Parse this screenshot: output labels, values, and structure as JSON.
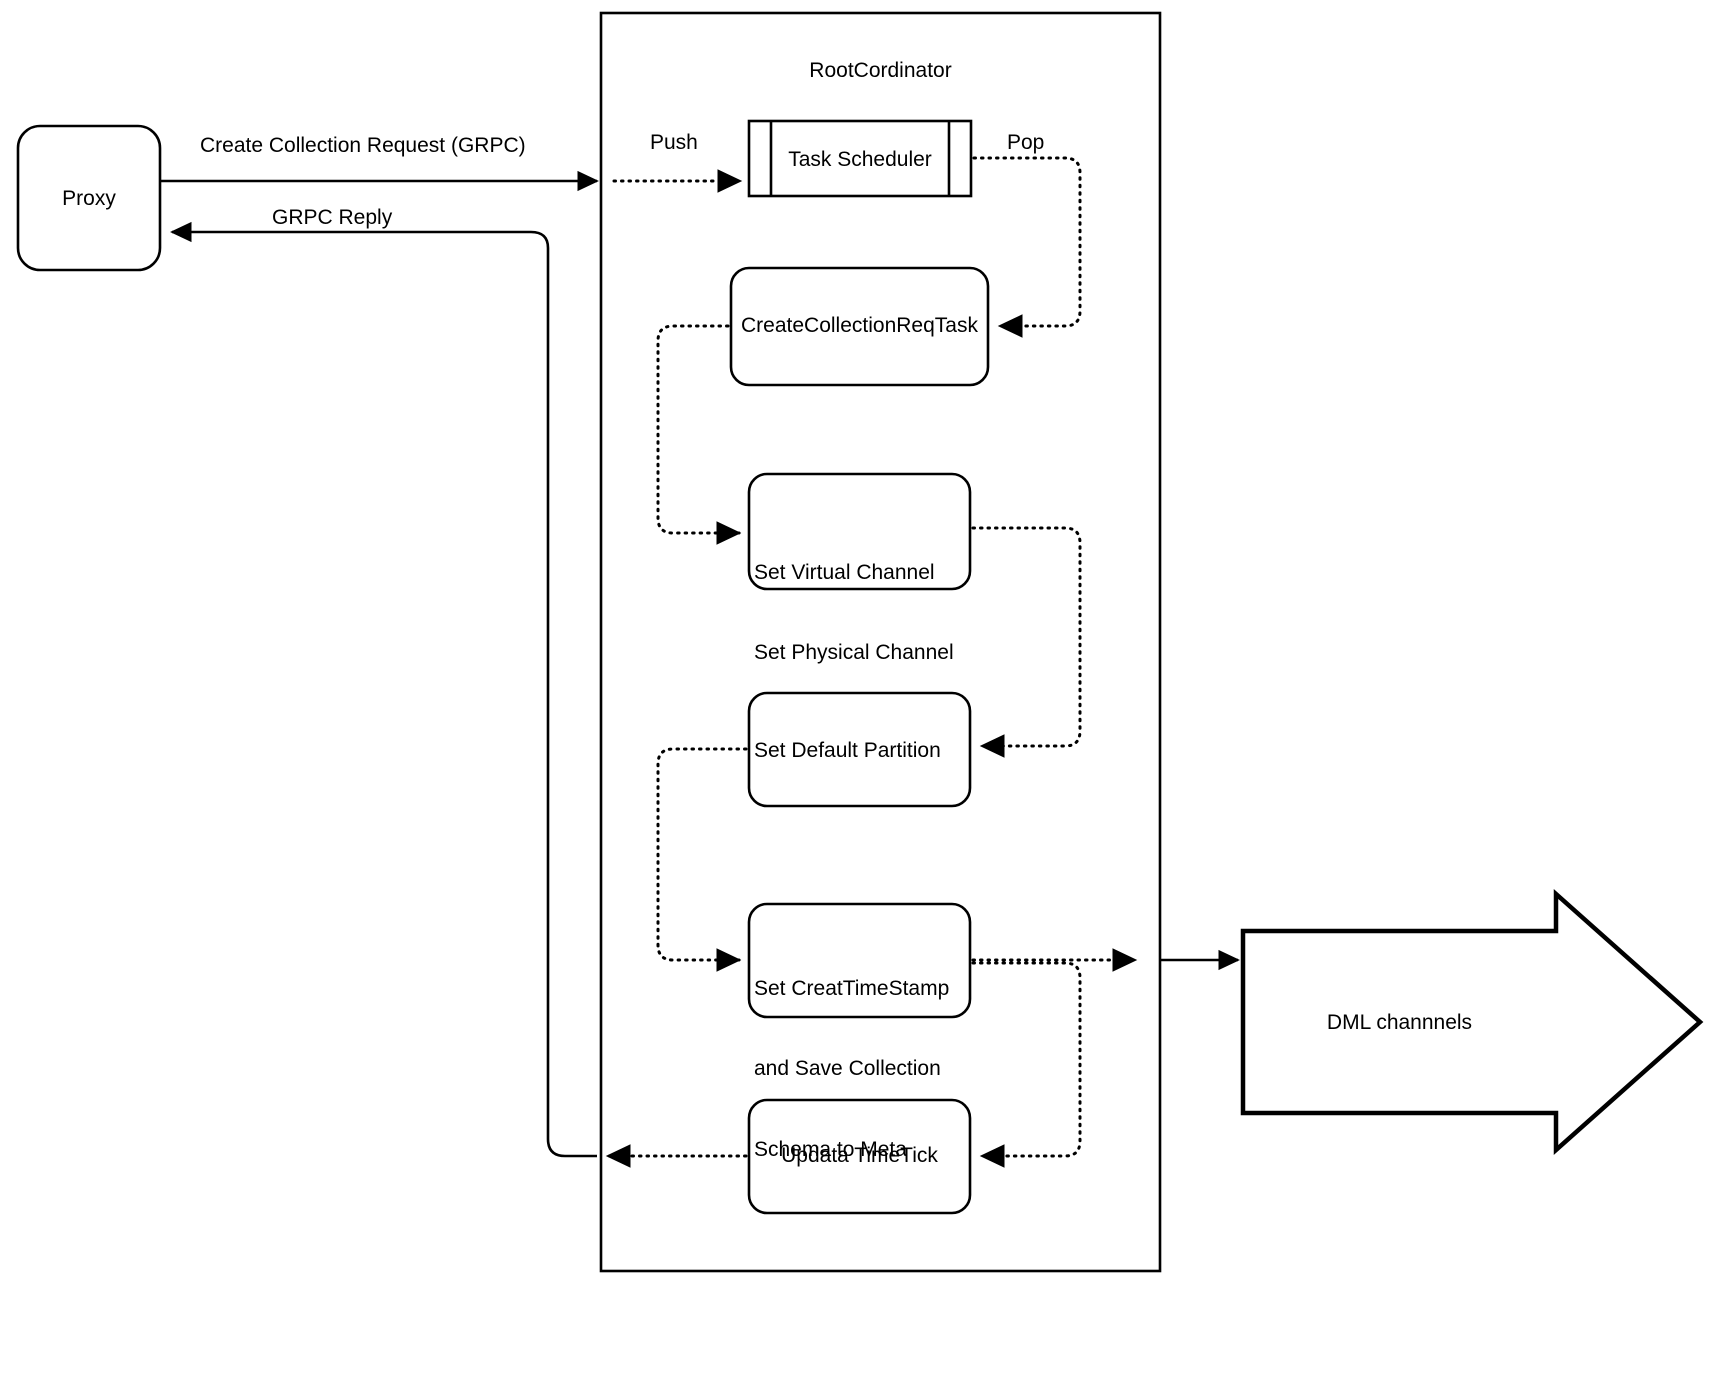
{
  "diagram": {
    "title_text": "RootCordinator",
    "nodes": {
      "proxy": {
        "label": "Proxy",
        "shape": "rounded-rect"
      },
      "container": {
        "label": "RootCordinator",
        "shape": "rect"
      },
      "task_scheduler": {
        "label": "Task Scheduler",
        "shape": "subprocess"
      },
      "create_collection_req_task": {
        "label": "CreateCollectionReqTask",
        "shape": "rounded-rect"
      },
      "set_channels": {
        "line1": "Set Virtual Channel",
        "line2": "Set Physical Channel",
        "shape": "rounded-rect"
      },
      "set_default_partition": {
        "label": "Set Default Partition",
        "shape": "rounded-rect"
      },
      "set_timestamp": {
        "line1": "Set CreatTimeStamp",
        "line2": "and Save Collection",
        "line3": "Schema to Meta",
        "shape": "rounded-rect"
      },
      "update_timetick": {
        "label": "Updata TimeTick",
        "shape": "rounded-rect"
      },
      "dml_channels": {
        "label": "DML channnels",
        "shape": "right-arrow"
      }
    },
    "edge_labels": {
      "create_collection_request": "Create Collection Request (GRPC)",
      "grpc_reply": "GRPC Reply",
      "push": "Push",
      "pop": "Pop"
    },
    "colors": {
      "stroke": "#000000",
      "fill": "#ffffff",
      "text": "#000000"
    }
  }
}
